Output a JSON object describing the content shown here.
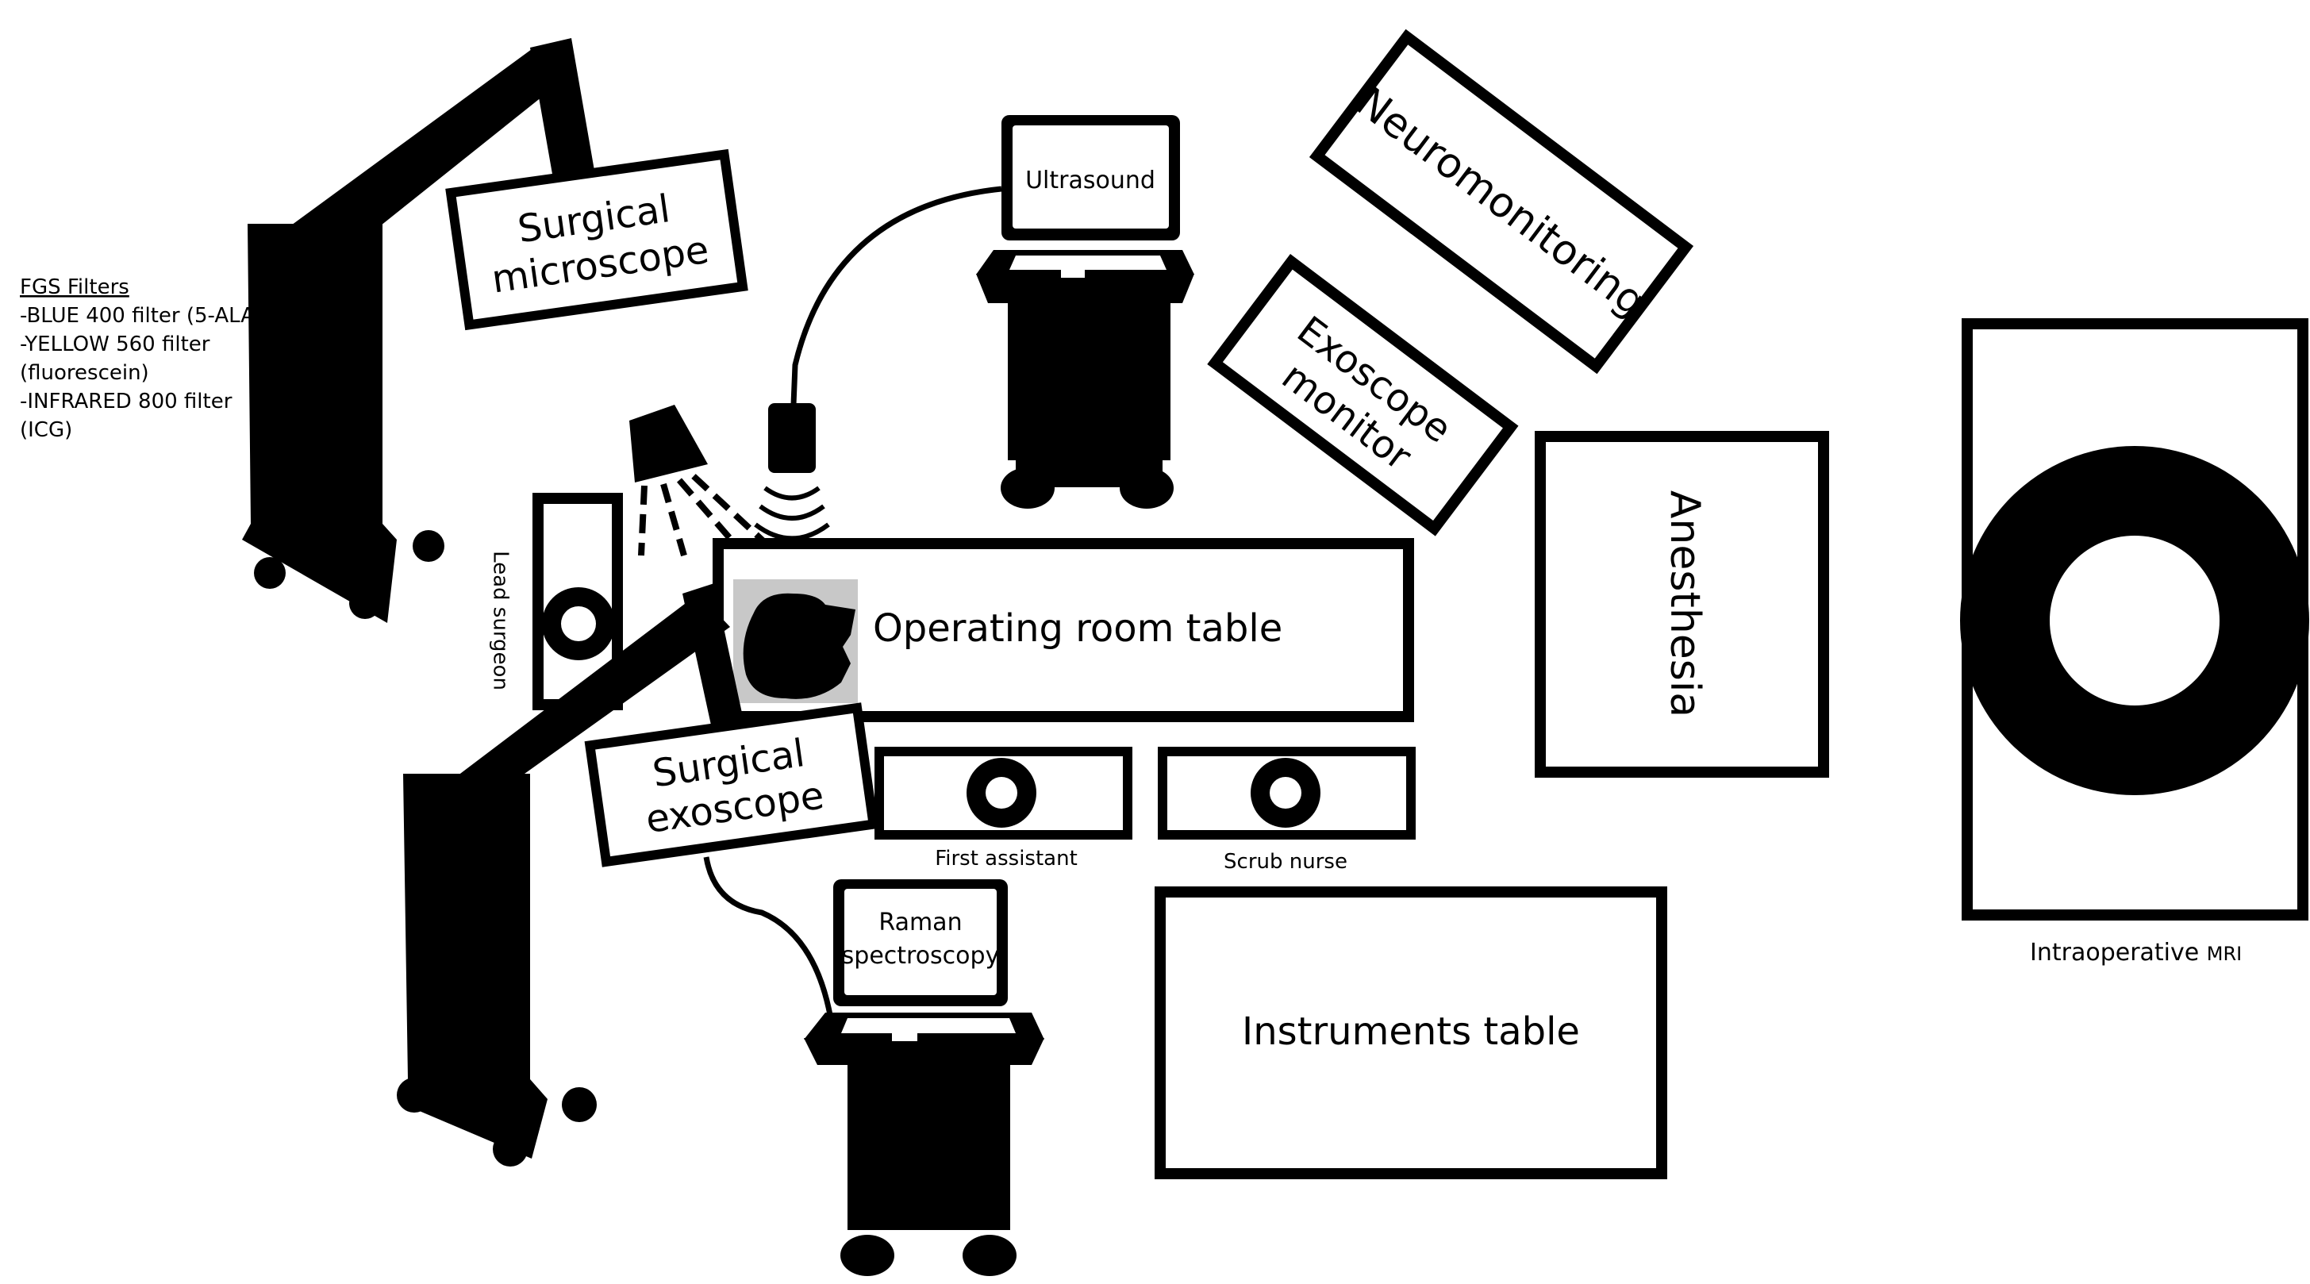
{
  "labels": {
    "fgs_title": "FGS Filters",
    "fgs_line1": "-BLUE 400 filter (5-ALA)",
    "fgs_line2": "-YELLOW 560 filter",
    "fgs_line3": "(fluorescein)",
    "fgs_line4": "-INFRARED 800 filter",
    "fgs_line5": "(ICG)",
    "microscope_line1": "Surgical",
    "microscope_line2": "microscope",
    "ultrasound": "Ultrasound",
    "neuromonitoring": "Neuromonitoring",
    "exoscope_monitor_line1": "Exoscope",
    "exoscope_monitor_line2": "monitor",
    "anesthesia": "Anesthesia",
    "intraoperative_mri_a": "Intraoperative ",
    "intraoperative_mri_b": "MRI",
    "lead_surgeon": "Lead surgeon",
    "operating_table": "Operating room table",
    "exoscope_line1": "Surgical",
    "exoscope_line2": "exoscope",
    "first_assistant": "First assistant",
    "scrub_nurse": "Scrub nurse",
    "raman_line1": "Raman",
    "raman_line2": "spectroscopy",
    "instruments_table": "Instruments table"
  },
  "colors": {
    "ink": "#000000",
    "paper": "#ffffff",
    "head_bg": "#c8c8c8"
  }
}
